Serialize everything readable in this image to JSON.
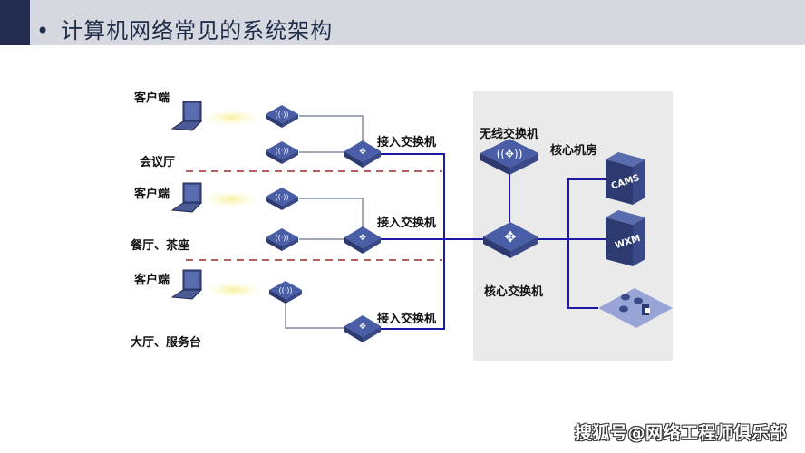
{
  "header": {
    "title": "计算机网络常见的系统架构",
    "bullet": "•"
  },
  "zones": [
    {
      "client_label": "客户端",
      "area_label": "会议厅",
      "switch_label": "接入交换机"
    },
    {
      "client_label": "客户端",
      "area_label": "餐厅、茶座",
      "switch_label": "接入交换机"
    },
    {
      "client_label": "客户端",
      "area_label": "大厅、服务台",
      "switch_label": "接入交换机"
    }
  ],
  "core_room": {
    "title": "核心机房",
    "wireless_switch_label": "无线交换机",
    "core_switch_label": "核心交换机",
    "servers": [
      {
        "name": "CAMS"
      },
      {
        "name": "WXM"
      }
    ]
  },
  "watermark": "搜狐号@网络工程师俱乐部",
  "colors": {
    "header_bg": "#d5d8de",
    "accent": "#232b4e",
    "link": "#1a1aa6",
    "device": "#3b4f8f",
    "divider": "#b56060"
  }
}
